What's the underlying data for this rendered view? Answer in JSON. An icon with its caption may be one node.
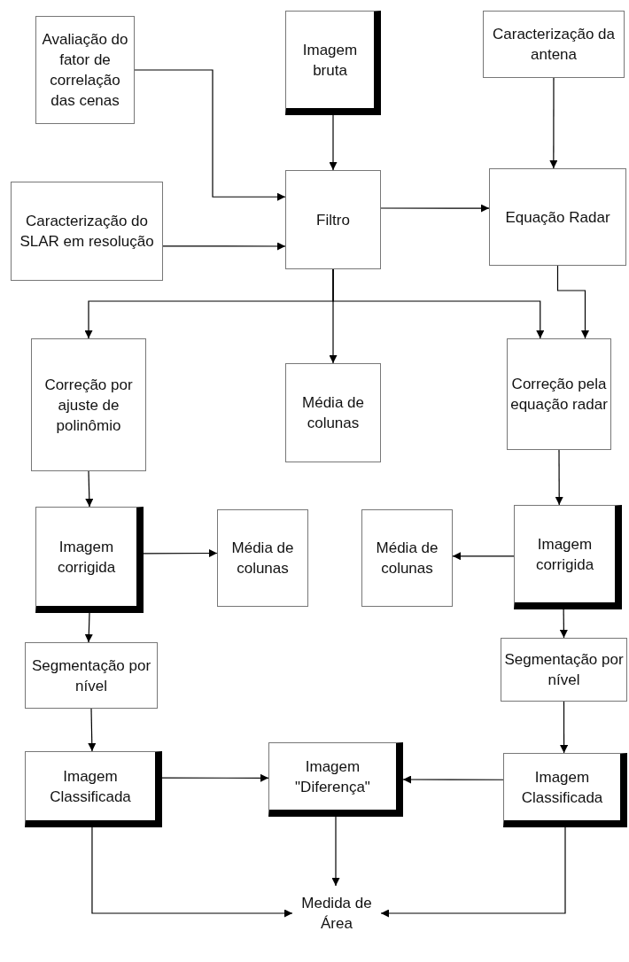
{
  "diagram": {
    "nodes": [
      {
        "text": [
          "Avaliação do fator de correlação das cenas"
        ]
      },
      {
        "text": [
          "Imagem bruta"
        ]
      },
      {
        "text": [
          "Caracterização da antena"
        ]
      },
      {
        "text": [
          "Caracterização do SLAR em resolução"
        ]
      },
      {
        "text": [
          "Filtro"
        ]
      },
      {
        "text": [
          "Equação Radar"
        ]
      },
      {
        "text": [
          "Correção por ajuste de polinômio"
        ]
      },
      {
        "text": [
          "Média de colunas"
        ]
      },
      {
        "text": [
          "Correção pela equação radar"
        ]
      },
      {
        "text": [
          "Imagem corrigida"
        ]
      },
      {
        "text": [
          "Média de colunas"
        ]
      },
      {
        "text": [
          "Média de colunas"
        ]
      },
      {
        "text": [
          "Imagem corrigida"
        ]
      },
      {
        "text": [
          "Segmentação por nível"
        ]
      },
      {
        "text": [
          "Segmentação por nível"
        ]
      },
      {
        "text": [
          "Imagem Classificada"
        ]
      },
      {
        "text": [
          "Imagem \"Diferença\""
        ]
      },
      {
        "text": [
          "Imagem Classificada"
        ]
      },
      {
        "text": [
          "Medida de Área"
        ]
      }
    ],
    "edges": [
      {
        "from": 0,
        "to": 4,
        "arrow": "to"
      },
      {
        "from": 3,
        "to": 4,
        "arrow": "to"
      },
      {
        "from": 1,
        "to": 4,
        "arrow": "to"
      },
      {
        "from": 4,
        "to": 5,
        "arrow": "to"
      },
      {
        "from": 2,
        "to": 5,
        "arrow": "to"
      },
      {
        "from": 4,
        "to": 6,
        "arrow": "to"
      },
      {
        "from": 4,
        "to": 7,
        "arrow": "to"
      },
      {
        "from": 4,
        "to": 8,
        "arrow": "to"
      },
      {
        "from": 5,
        "to": 8,
        "arrow": "to"
      },
      {
        "from": 6,
        "to": 9,
        "arrow": "to"
      },
      {
        "from": 8,
        "to": 12,
        "arrow": "to"
      },
      {
        "from": 9,
        "to": 10,
        "arrow": "to"
      },
      {
        "from": 12,
        "to": 11,
        "arrow": "to"
      },
      {
        "from": 9,
        "to": 13,
        "arrow": "to"
      },
      {
        "from": 12,
        "to": 14,
        "arrow": "to"
      },
      {
        "from": 13,
        "to": 15,
        "arrow": "to"
      },
      {
        "from": 14,
        "to": 17,
        "arrow": "to"
      },
      {
        "from": 15,
        "to": 16,
        "arrow": "to"
      },
      {
        "from": 17,
        "to": 16,
        "arrow": "to"
      },
      {
        "from": 16,
        "to": 18,
        "arrow": "to"
      },
      {
        "from": 15,
        "to": 18,
        "arrow": "to"
      },
      {
        "from": 17,
        "to": 18,
        "arrow": "to"
      }
    ]
  }
}
